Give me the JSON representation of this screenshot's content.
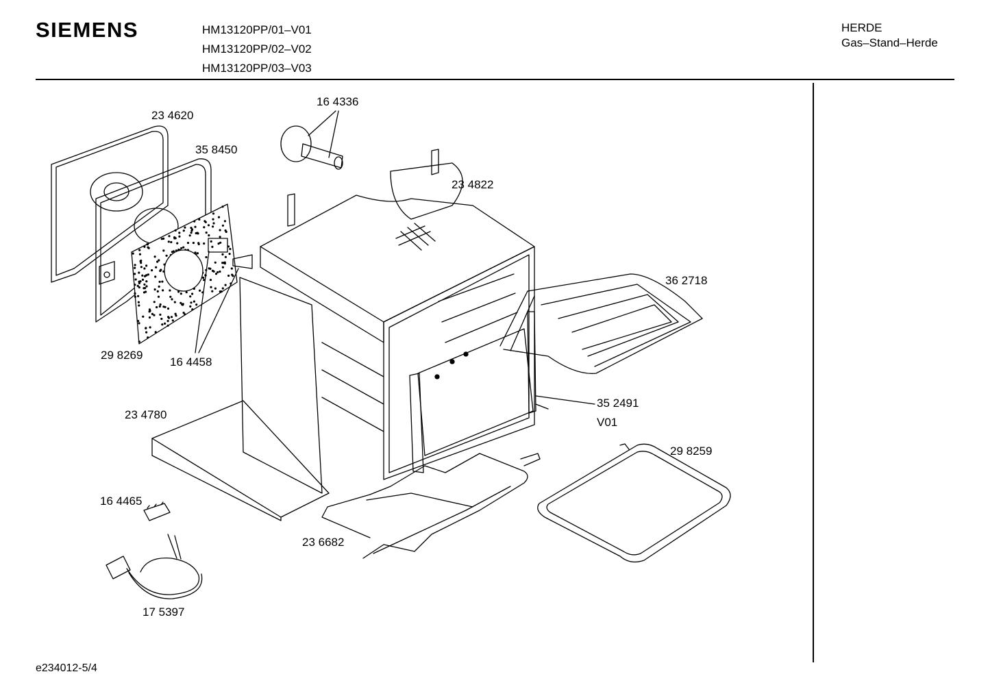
{
  "header": {
    "brand": "SIEMENS",
    "models": [
      "HM13120PP/01–V01",
      "HM13120PP/02–V02",
      "HM13120PP/03–V03"
    ],
    "category": "HERDE",
    "subcategory": "Gas–Stand–Herde"
  },
  "parts": [
    {
      "id": "p1",
      "number": "23 4620"
    },
    {
      "id": "p2",
      "number": "35 8450"
    },
    {
      "id": "p3",
      "number": "16 4336"
    },
    {
      "id": "p4",
      "number": "23 4822"
    },
    {
      "id": "p5",
      "number": "36 2718"
    },
    {
      "id": "p6",
      "number": "29 8269"
    },
    {
      "id": "p7",
      "number": "16 4458"
    },
    {
      "id": "p8",
      "number": "23 4780"
    },
    {
      "id": "p9",
      "number": "35 2491"
    },
    {
      "id": "p10",
      "number": "V01"
    },
    {
      "id": "p11",
      "number": "29 8259"
    },
    {
      "id": "p12",
      "number": "16 4465"
    },
    {
      "id": "p13",
      "number": "23 6682"
    },
    {
      "id": "p14",
      "number": "17 5397"
    }
  ],
  "footer": {
    "code": "e234012-5/4"
  }
}
